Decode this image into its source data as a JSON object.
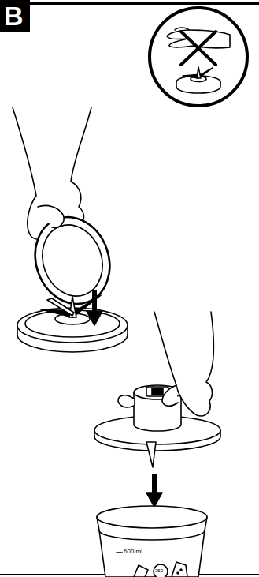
{
  "diagram": {
    "labels": [
      "B",
      "600 ml",
      "350"
    ]
  }
}
